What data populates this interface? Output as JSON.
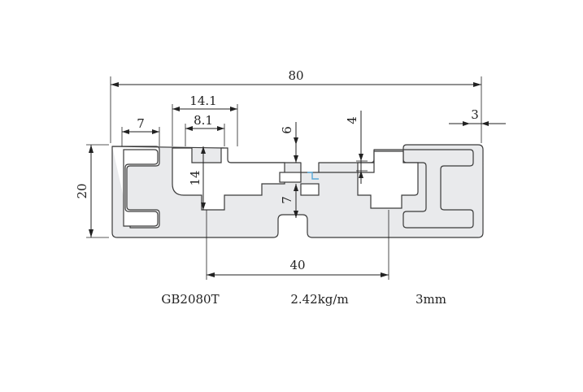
{
  "dimensions": {
    "overall_width": "80",
    "height": "20",
    "slot_pitch": "40",
    "slot_opening_outer": "14.1",
    "slot_opening_inner": "8.1",
    "slot_width": "7",
    "wall_thickness_right": "3",
    "slot_depth_top": "6",
    "slot_depth_right": "4",
    "inner_height": "14",
    "center_gap": "7"
  },
  "caption": {
    "model": "GB2080T",
    "weight": "2.42kg/m",
    "wall": "3mm"
  },
  "colors": {
    "profile_fill": "#e9eaec",
    "outline": "#3a3a3a",
    "dimension": "#222222"
  }
}
